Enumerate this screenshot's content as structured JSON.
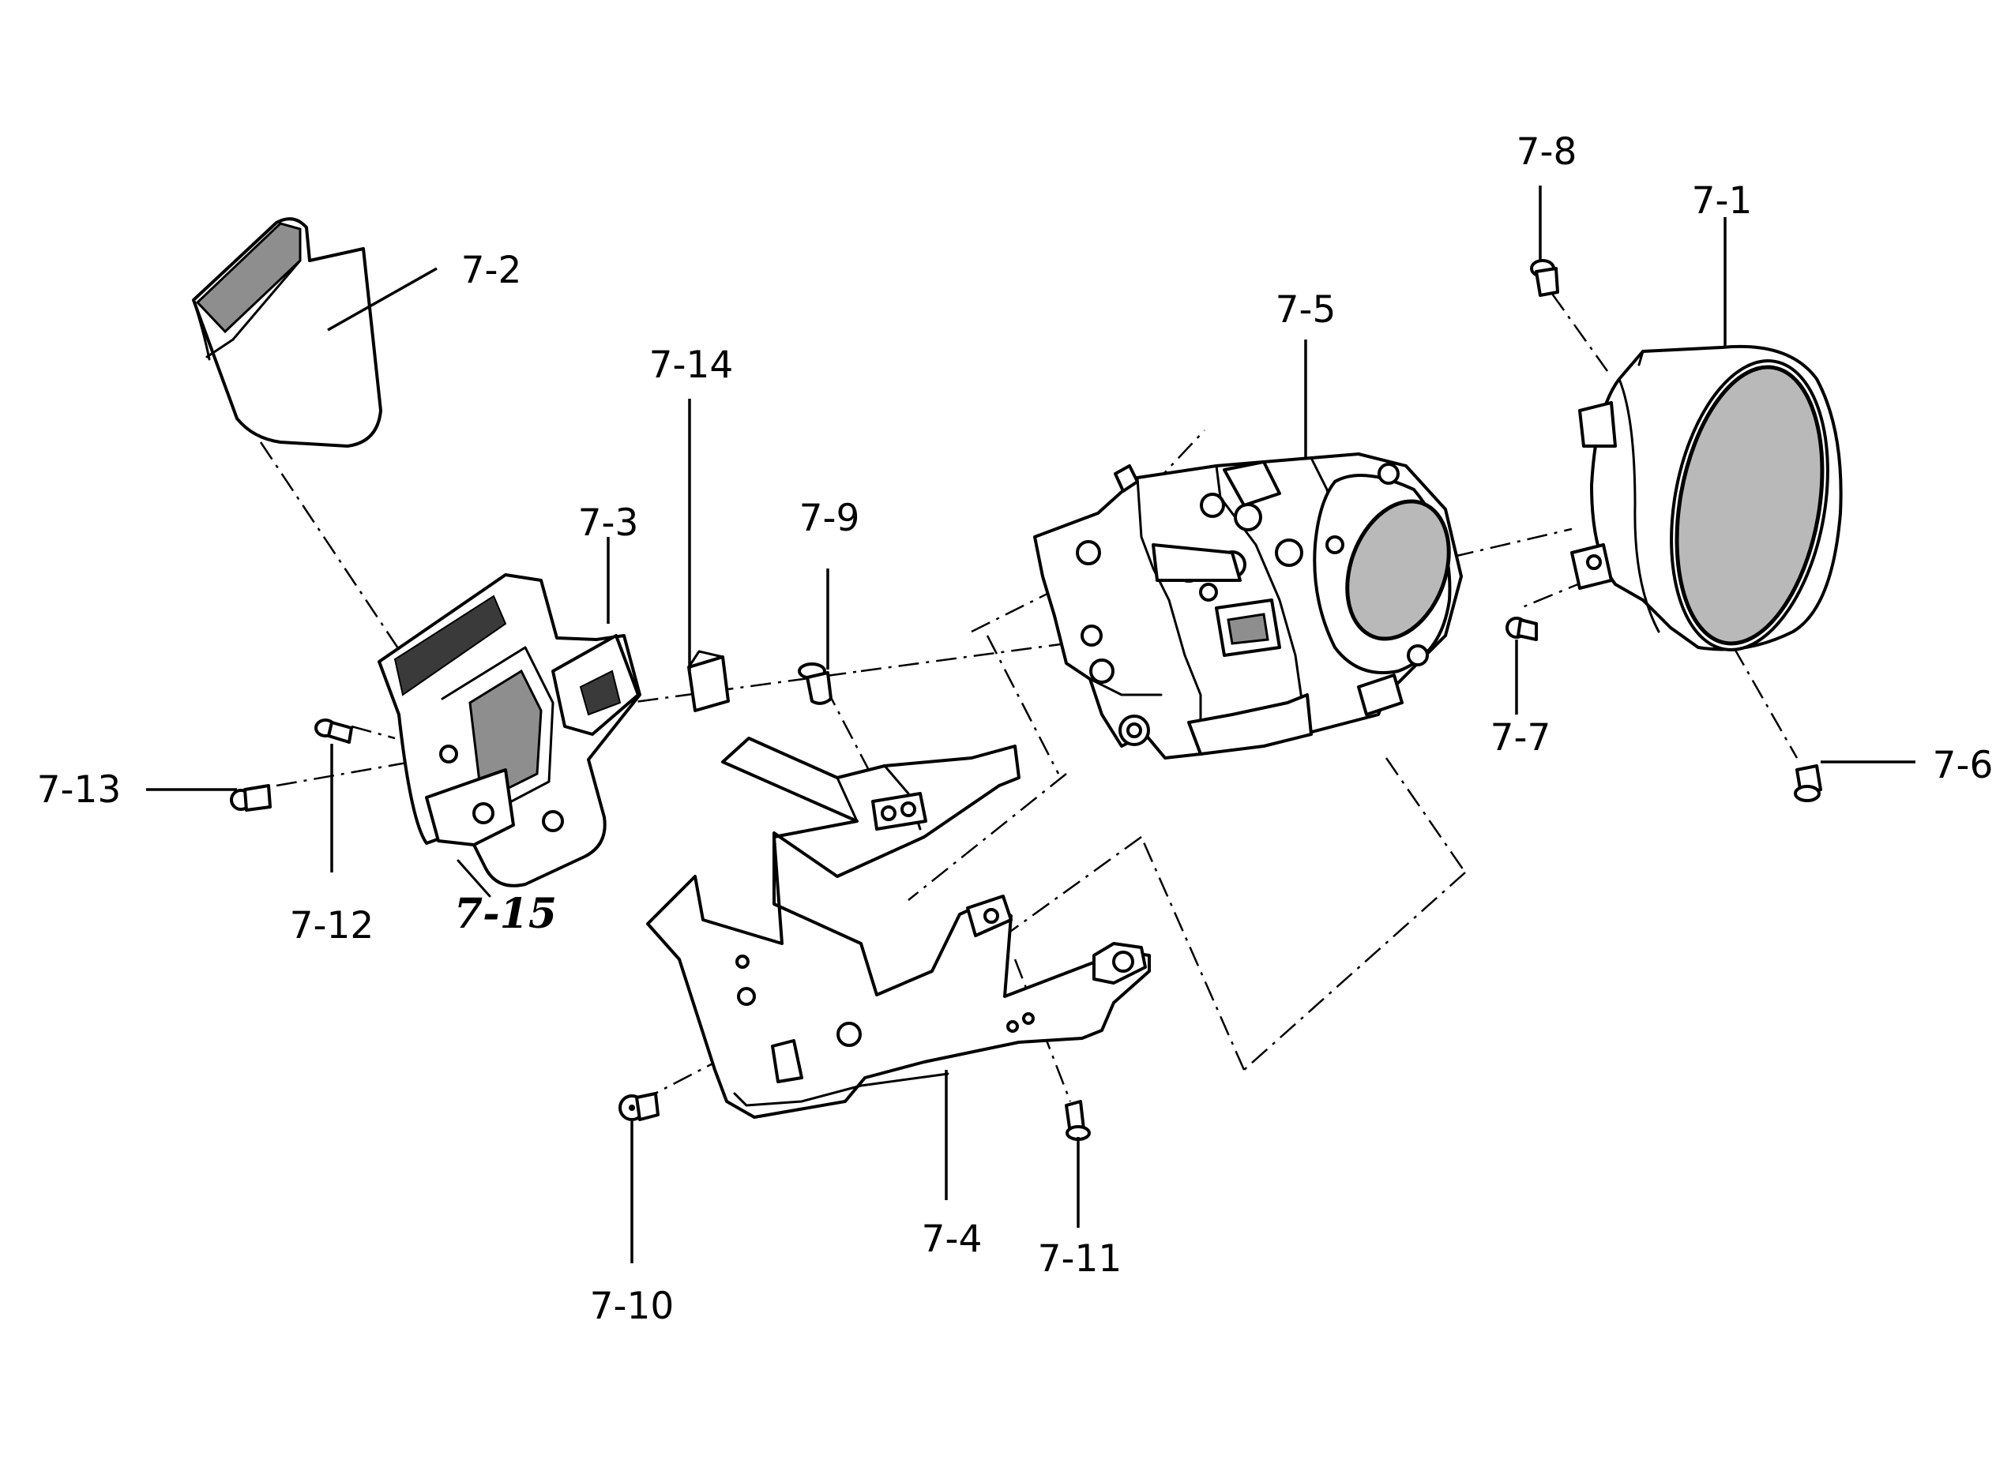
{
  "labels": {
    "l7_1": "7-1",
    "l7_2": "7-2",
    "l7_3": "7-3",
    "l7_4": "7-4",
    "l7_5": "7-5",
    "l7_6": "7-6",
    "l7_7": "7-7",
    "l7_8": "7-8",
    "l7_9": "7-9",
    "l7_10": "7-10",
    "l7_11": "7-11",
    "l7_12": "7-12",
    "l7_13": "7-13",
    "l7_14": "7-14",
    "l7_15": "7-15"
  },
  "colors": {
    "line": "#000000",
    "background": "#ffffff",
    "shading": "#8e8e8e",
    "lens": "#b9b9b9"
  }
}
